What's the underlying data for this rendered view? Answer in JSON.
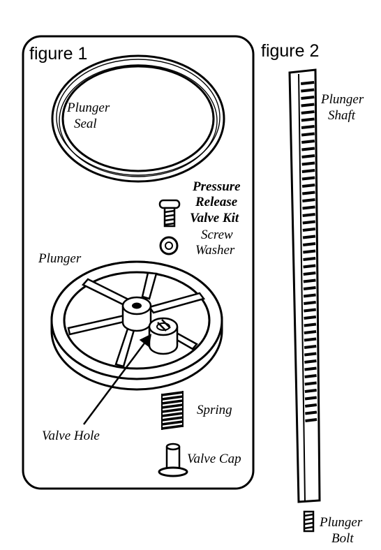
{
  "figure1": {
    "title": "figure 1",
    "plunger_seal": [
      "Plunger",
      "Seal"
    ],
    "kit_title": [
      "Pressure",
      "Release",
      "Valve Kit"
    ],
    "screw": "Screw",
    "washer": "Washer",
    "plunger": "Plunger",
    "valve_hole": "Valve Hole",
    "spring": "Spring",
    "valve_cap": "Valve Cap"
  },
  "figure2": {
    "title": "figure 2",
    "plunger_shaft": [
      "Plunger",
      "Shaft"
    ],
    "plunger_bolt": [
      "Plunger",
      "Bolt"
    ]
  }
}
